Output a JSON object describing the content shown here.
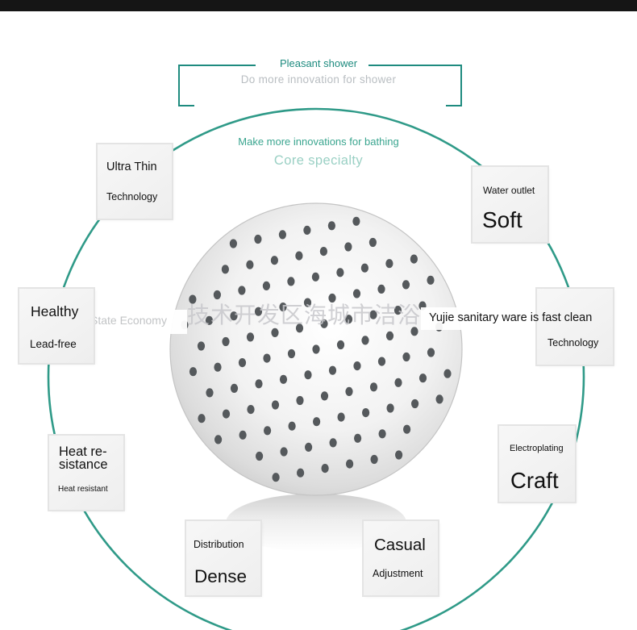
{
  "header": {
    "tagline": "Pleasant shower",
    "subtitle": "Do more innovation for shower",
    "innovation": "Make more innovations for bathing",
    "core": "Core specialty"
  },
  "features": {
    "ultra_thin": {
      "line1": "Ultra Thin",
      "line2": "Technology"
    },
    "soft": {
      "line1": "Water outlet",
      "line2": "Soft"
    },
    "healthy": {
      "line1": "Healthy",
      "line2": "Lead-free"
    },
    "fast_clean": {
      "line1": "Yujie sanitary ware is fast clean",
      "line2": "Technology"
    },
    "heat": {
      "line1": "Heat re-sistance",
      "line2": "Heat resistant"
    },
    "craft": {
      "line1": "Electroplating",
      "line2": "Craft"
    },
    "dense": {
      "line1": "Distribution",
      "line2": "Dense"
    },
    "casual": {
      "line1": "Casual",
      "line2": "Adjustment"
    }
  },
  "watermark": {
    "economy": "State Economy",
    "chinese": "技术开发区海城市洁浴"
  },
  "colors": {
    "accent": "#1e8b7f",
    "ring": "#2f9a88",
    "nozzle": "#55595c",
    "topbar": "#151515"
  },
  "icons": [
    "shower-head-icon"
  ]
}
